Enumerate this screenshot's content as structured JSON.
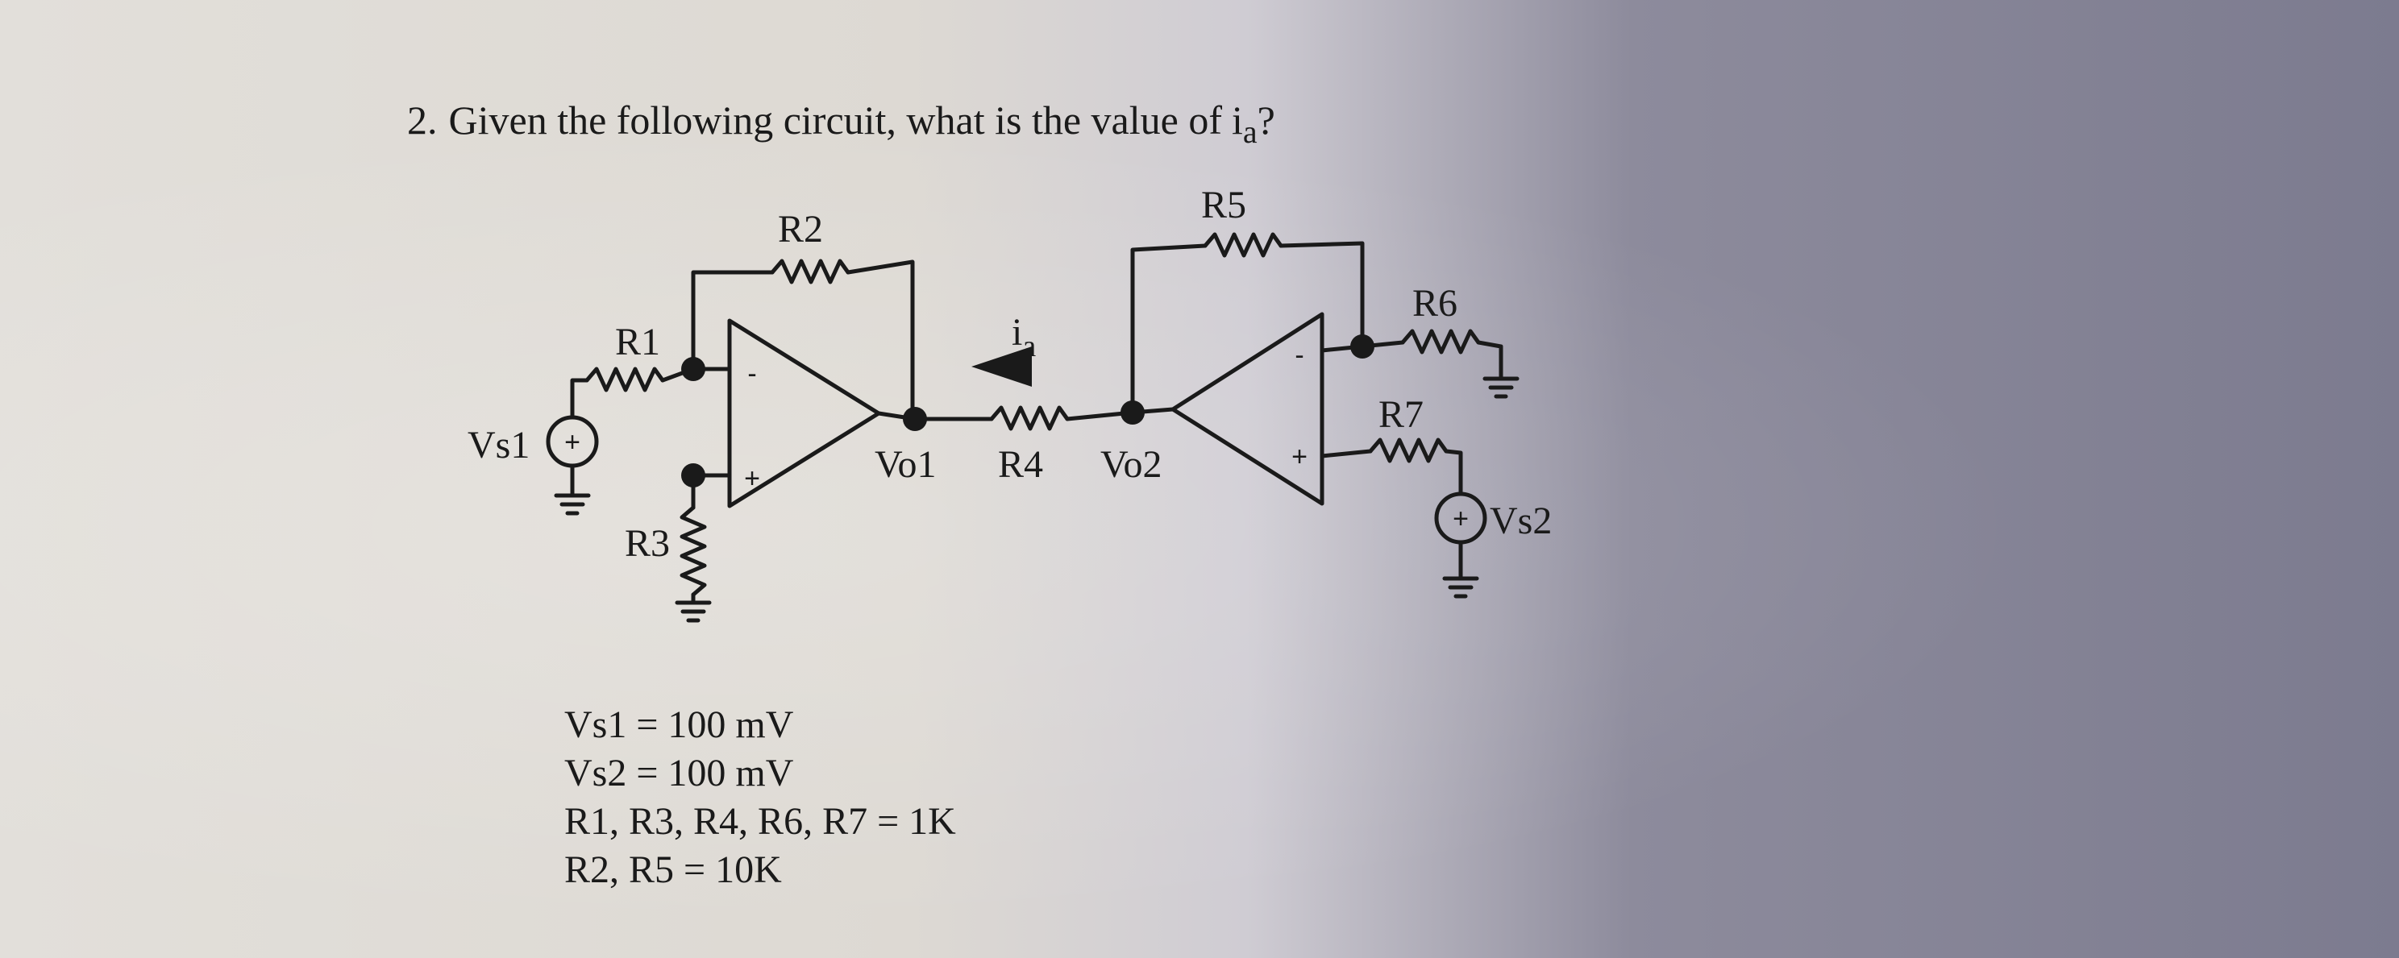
{
  "question": {
    "number": "2.",
    "text": "Given the following circuit, what is the value of",
    "symbol_base": "i",
    "symbol_sub": "a",
    "end": "?"
  },
  "labels": {
    "R1": "R1",
    "R2": "R2",
    "R3": "R3",
    "R4": "R4",
    "R5": "R5",
    "R6": "R6",
    "R7": "R7",
    "Vs1": "Vs1",
    "Vs2": "Vs2",
    "Vo1": "Vo1",
    "Vo2": "Vo2",
    "ia_base": "i",
    "ia_sub": "a",
    "minus": "-",
    "plus": "+",
    "source_plus": "+"
  },
  "given": [
    "Vs1 = 100 mV",
    "Vs2 = 100 mV",
    "R1, R3, R4, R6, R7 = 1K",
    "R2, R5 = 10K"
  ]
}
